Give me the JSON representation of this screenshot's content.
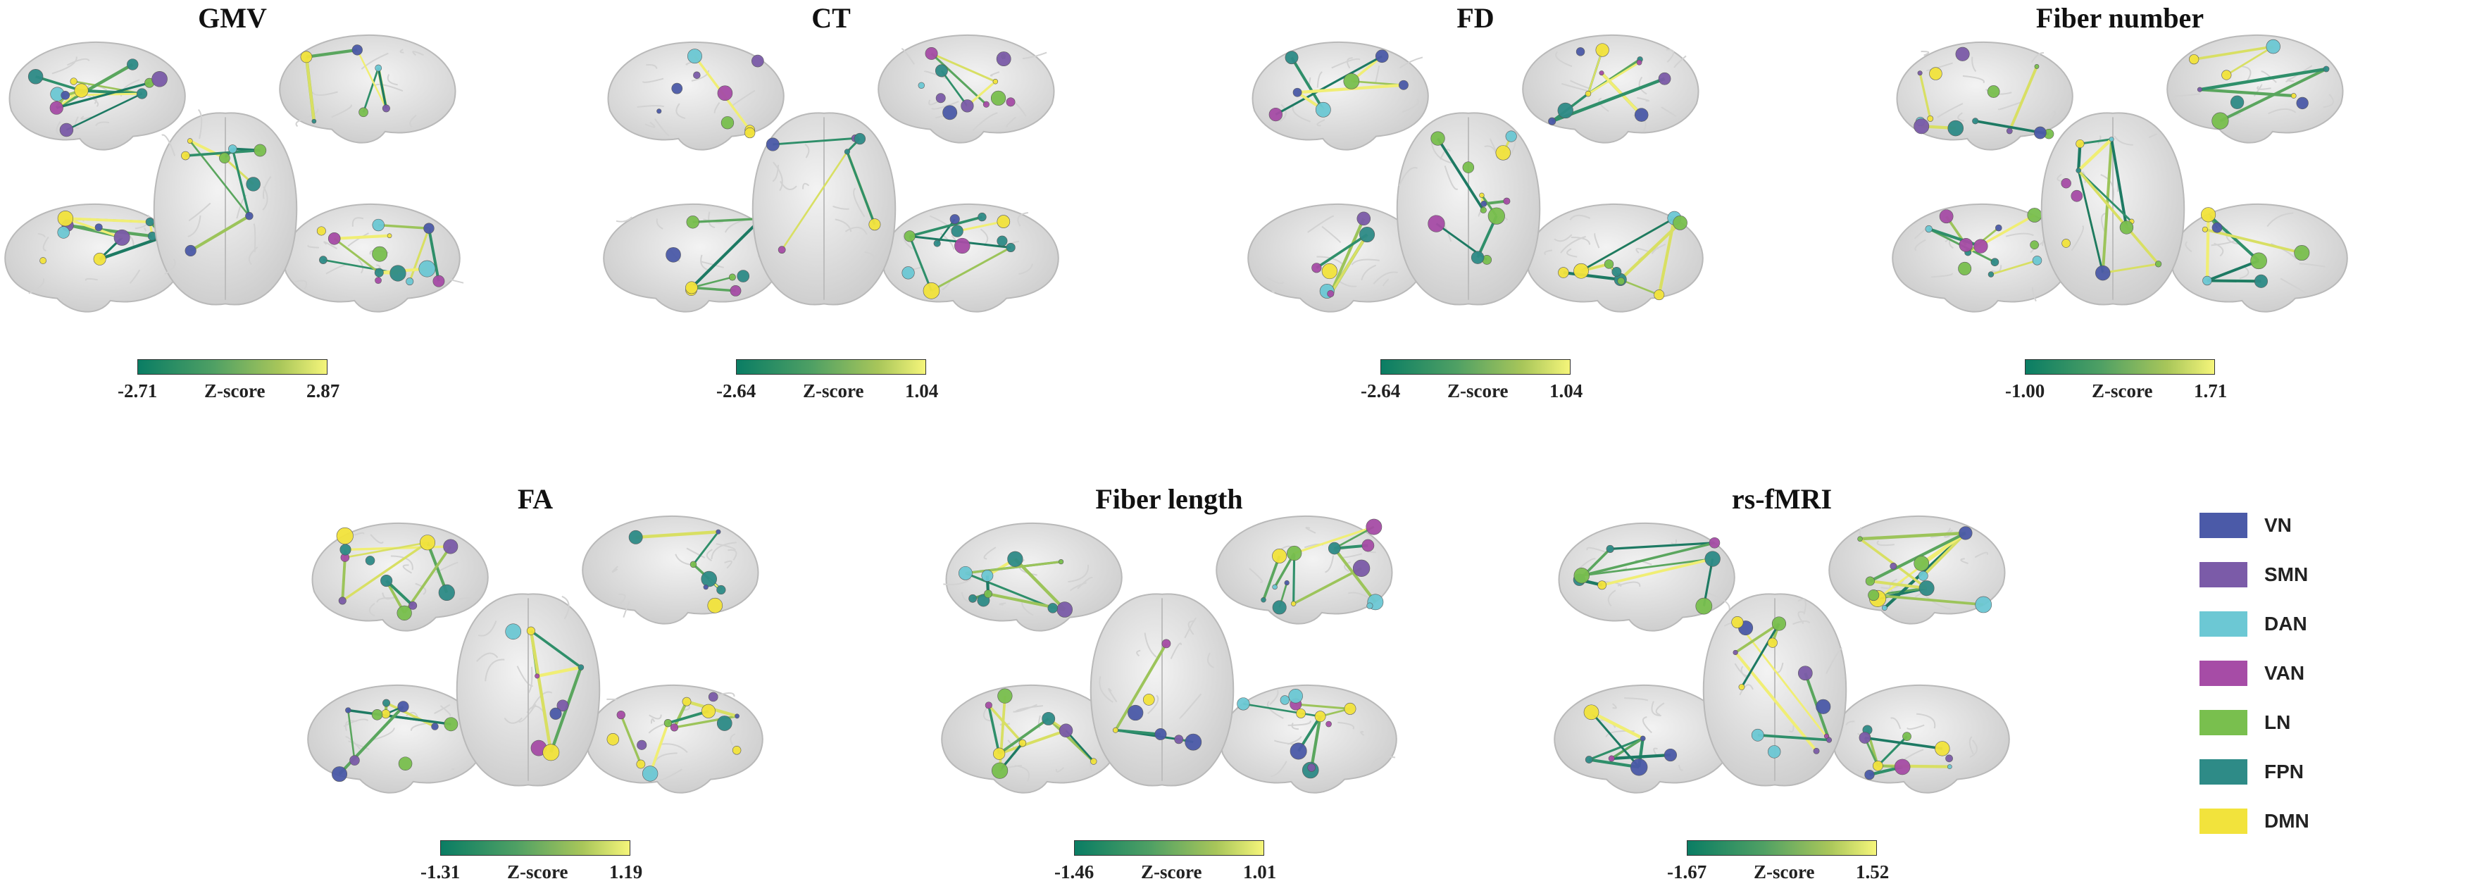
{
  "figure": {
    "panels": [
      {
        "id": "gmv",
        "title": "GMV",
        "zmin": "-2.71",
        "zlabel": "Z-score",
        "zmax": "2.87"
      },
      {
        "id": "ct",
        "title": "CT",
        "zmin": "-2.64",
        "zlabel": "Z-score",
        "zmax": "1.04"
      },
      {
        "id": "fd",
        "title": "FD",
        "zmin": "-2.64",
        "zlabel": "Z-score",
        "zmax": "1.04"
      },
      {
        "id": "fiber-number",
        "title": "Fiber number",
        "zmin": "-1.00",
        "zlabel": "Z-score",
        "zmax": "1.71"
      },
      {
        "id": "fa",
        "title": "FA",
        "zmin": "-1.31",
        "zlabel": "Z-score",
        "zmax": "1.19"
      },
      {
        "id": "fiber-length",
        "title": "Fiber length",
        "zmin": "-1.46",
        "zlabel": "Z-score",
        "zmax": "1.01"
      },
      {
        "id": "rs-fmri",
        "title": "rs-fMRI",
        "zmin": "-1.67",
        "zlabel": "Z-score",
        "zmax": "1.52"
      }
    ],
    "legend": [
      {
        "label": "VN",
        "color": "#4b5aa8"
      },
      {
        "label": "SMN",
        "color": "#7b5ba8"
      },
      {
        "label": "DAN",
        "color": "#6cc8d4"
      },
      {
        "label": "VAN",
        "color": "#a64ca6"
      },
      {
        "label": "LN",
        "color": "#79bf4e"
      },
      {
        "label": "FPN",
        "color": "#2e8b87"
      },
      {
        "label": "DMN",
        "color": "#f2e33c"
      }
    ],
    "colorbar_colors": [
      "#0a7d64",
      "#f5f57a"
    ]
  }
}
